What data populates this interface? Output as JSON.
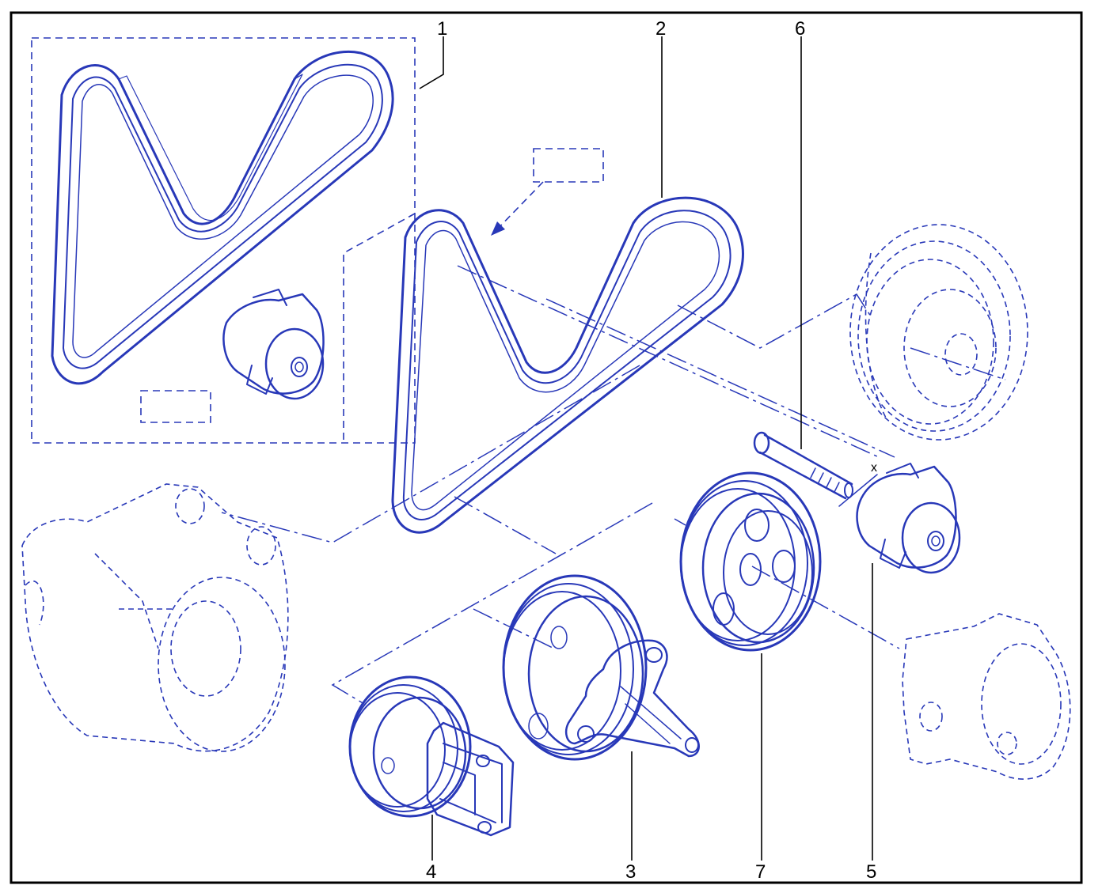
{
  "diagram": {
    "callouts": [
      {
        "id": "1",
        "label": "1"
      },
      {
        "id": "2",
        "label": "2"
      },
      {
        "id": "3",
        "label": "3"
      },
      {
        "id": "4",
        "label": "4"
      },
      {
        "id": "5",
        "label": "5"
      },
      {
        "id": "6",
        "label": "6"
      },
      {
        "id": "7",
        "label": "7"
      }
    ],
    "dimension_marker": "x",
    "colors": {
      "line_art": "#2838b8",
      "frame": "#000000",
      "callout_text": "#000000",
      "background": "#ffffff"
    }
  }
}
